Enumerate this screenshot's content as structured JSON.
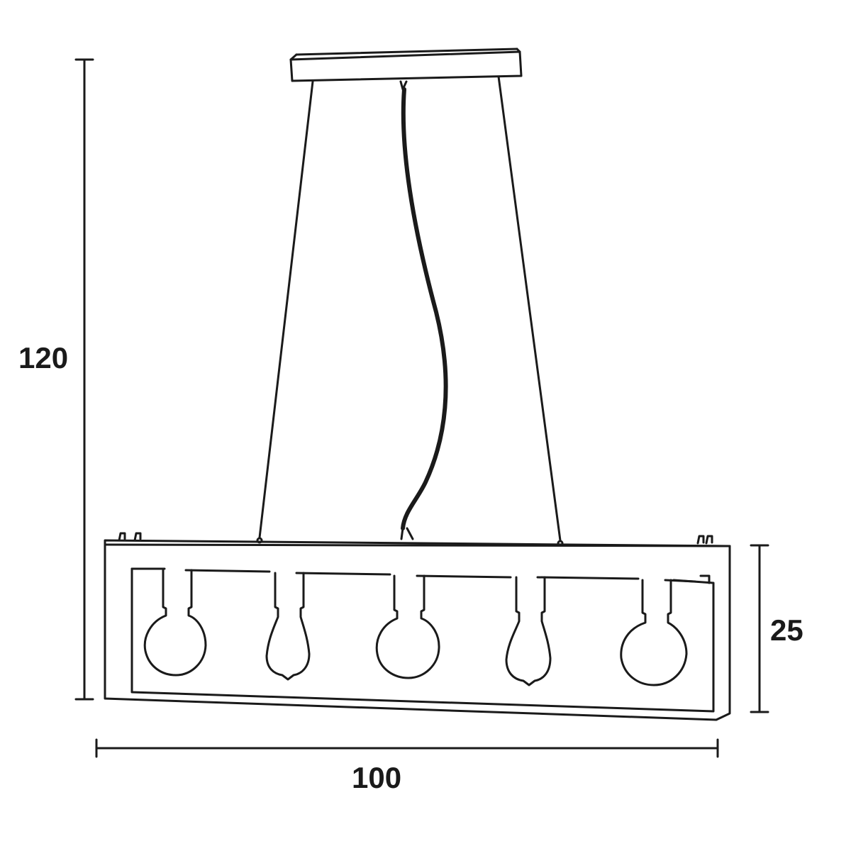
{
  "dimensions": {
    "height": "120",
    "frame_height": "25",
    "width": "100"
  },
  "bulbs": [
    "globe",
    "teardrop",
    "globe",
    "teardrop",
    "globe"
  ],
  "colors": {
    "line": "#1a1a1a",
    "background": "#ffffff"
  }
}
